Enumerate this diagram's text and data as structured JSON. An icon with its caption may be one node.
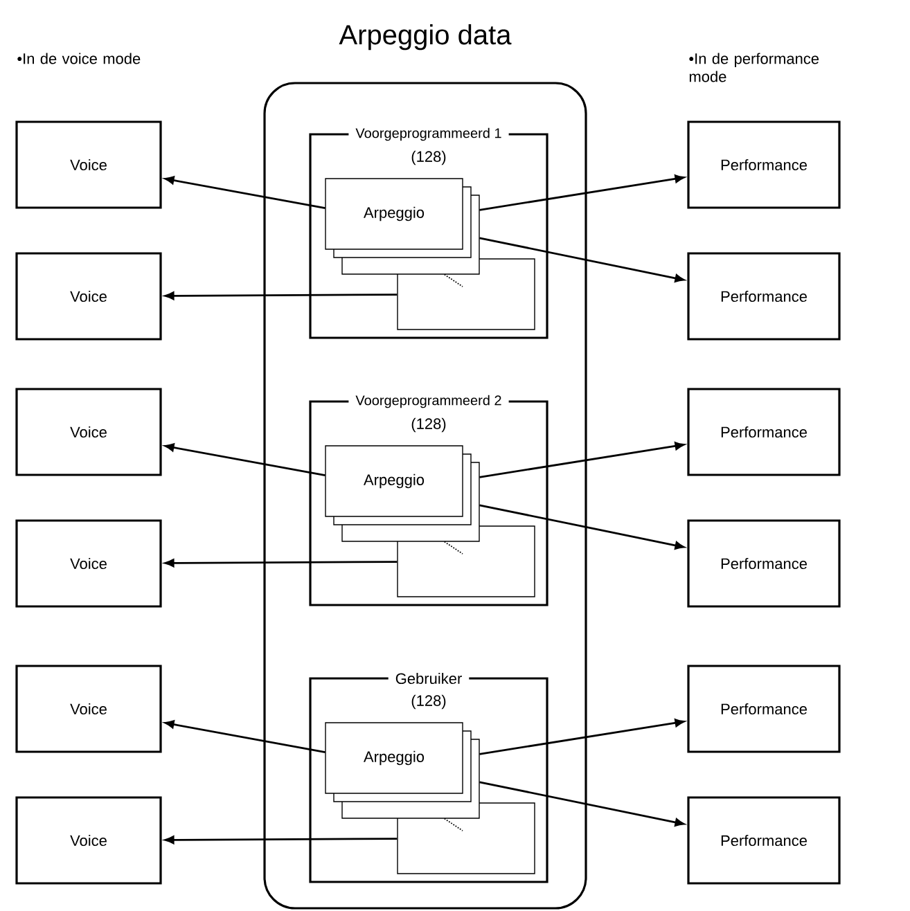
{
  "diagram": {
    "nodes": [
      {
        "text": [
          "Arpeggio data"
        ]
      },
      {
        "text": [
          "Voorgeprogrammeerd 1",
          "(128)"
        ],
        "in": 0
      },
      {
        "text": [
          "Arpeggio"
        ],
        "in": 1
      },
      {
        "text": [],
        "shape": "box",
        "in": 1
      },
      {
        "text": [
          "Voorgeprogrammeerd 2",
          "(128)"
        ],
        "in": 0
      },
      {
        "text": [
          "Arpeggio"
        ],
        "in": 4
      },
      {
        "text": [],
        "shape": "box",
        "in": 4
      },
      {
        "text": [
          "Gebruiker",
          "(128)"
        ],
        "in": 0
      },
      {
        "text": [
          "Arpeggio"
        ],
        "in": 7
      },
      {
        "text": [],
        "shape": "box",
        "in": 7
      },
      {
        "text": [
          "Voice"
        ]
      },
      {
        "text": [
          "Voice"
        ]
      },
      {
        "text": [
          "Voice"
        ]
      },
      {
        "text": [
          "Voice"
        ]
      },
      {
        "text": [
          "Voice"
        ]
      },
      {
        "text": [
          "Voice"
        ]
      },
      {
        "text": [
          "Performance"
        ]
      },
      {
        "text": [
          "Performance"
        ]
      },
      {
        "text": [
          "Performance"
        ]
      },
      {
        "text": [
          "Performance"
        ]
      },
      {
        "text": [
          "Performance"
        ]
      },
      {
        "text": [
          "Performance"
        ]
      }
    ],
    "edges": [
      {
        "from": 2,
        "to": 10,
        "arrow": "to"
      },
      {
        "from": 3,
        "to": 11,
        "arrow": "to"
      },
      {
        "from": 2,
        "to": 16,
        "arrow": "to"
      },
      {
        "from": 2,
        "to": 17,
        "arrow": "to"
      },
      {
        "from": 5,
        "to": 12,
        "arrow": "to"
      },
      {
        "from": 6,
        "to": 13,
        "arrow": "to"
      },
      {
        "from": 5,
        "to": 18,
        "arrow": "to"
      },
      {
        "from": 5,
        "to": 19,
        "arrow": "to"
      },
      {
        "from": 8,
        "to": 14,
        "arrow": "to"
      },
      {
        "from": 9,
        "to": 15,
        "arrow": "to"
      },
      {
        "from": 8,
        "to": 20,
        "arrow": "to"
      },
      {
        "from": 8,
        "to": 21,
        "arrow": "to"
      }
    ],
    "labels": [
      "•In de voice mode",
      "•In de performance mode"
    ]
  }
}
